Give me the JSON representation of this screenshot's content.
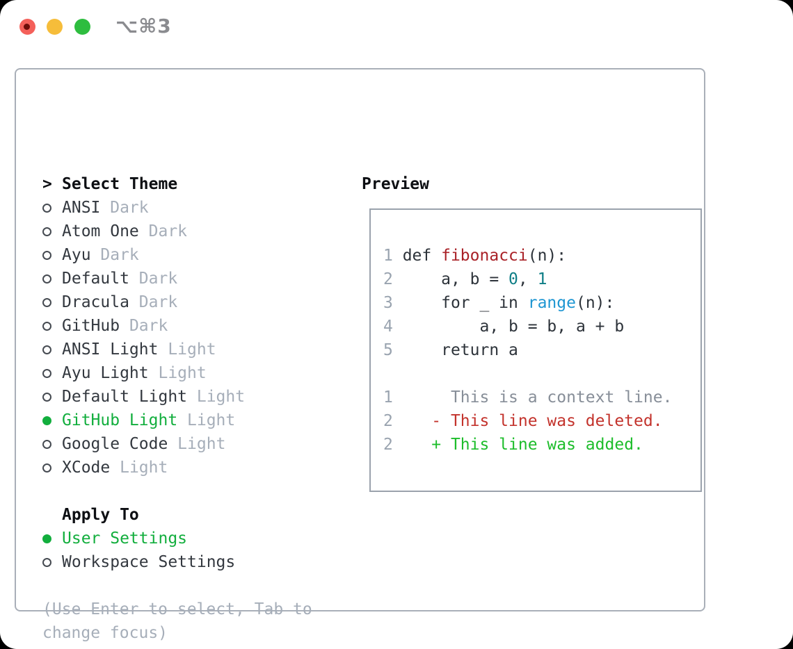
{
  "titlebar": {
    "shortcut": "⌥⌘3"
  },
  "colors": {
    "accent_green": "#12ae3d",
    "func_red": "#a92127",
    "builtin_blue": "#1e96d2",
    "number_teal": "#0e7e86",
    "deleted_red": "#c3332c",
    "added_green": "#1dbd2b",
    "muted_gray": "#a6aeb9",
    "text_dark": "#33383f",
    "panel_border": "#a9afb8",
    "traffic_red": "#f4605a",
    "traffic_yellow": "#f6bd3a",
    "traffic_green": "#2ebd3f"
  },
  "sidebar": {
    "header": "Select Theme",
    "header_marker": ">",
    "themes": [
      {
        "name": "ANSI",
        "variant": "Dark",
        "selected": false
      },
      {
        "name": "Atom One",
        "variant": "Dark",
        "selected": false
      },
      {
        "name": "Ayu",
        "variant": "Dark",
        "selected": false
      },
      {
        "name": "Default",
        "variant": "Dark",
        "selected": false
      },
      {
        "name": "Dracula",
        "variant": "Dark",
        "selected": false
      },
      {
        "name": "GitHub",
        "variant": "Dark",
        "selected": false
      },
      {
        "name": "ANSI Light",
        "variant": "Light",
        "selected": false
      },
      {
        "name": "Ayu Light",
        "variant": "Light",
        "selected": false
      },
      {
        "name": "Default Light",
        "variant": "Light",
        "selected": false
      },
      {
        "name": "GitHub Light",
        "variant": "Light",
        "selected": true
      },
      {
        "name": "Google Code",
        "variant": "Light",
        "selected": false
      },
      {
        "name": "XCode",
        "variant": "Light",
        "selected": false
      }
    ]
  },
  "apply_to": {
    "header": "Apply To",
    "options": [
      {
        "label": "User Settings",
        "selected": true
      },
      {
        "label": "Workspace Settings",
        "selected": false
      }
    ]
  },
  "hint": {
    "text": "(Use Enter to select, Tab to change focus)"
  },
  "preview": {
    "header": "Preview",
    "lines": [
      {
        "tokens": [
          [
            "1",
            "linenum"
          ],
          [
            " def ",
            "code"
          ],
          [
            "fibonacci",
            "func"
          ],
          [
            "(n):",
            "code"
          ]
        ]
      },
      {
        "tokens": [
          [
            "2",
            "linenum"
          ],
          [
            "     a, b = ",
            "code"
          ],
          [
            "0",
            "number"
          ],
          [
            ", ",
            "code"
          ],
          [
            "1",
            "number"
          ]
        ]
      },
      {
        "tokens": [
          [
            "3",
            "linenum"
          ],
          [
            "     for _ in ",
            "code"
          ],
          [
            "range",
            "builtin"
          ],
          [
            "(n):",
            "code"
          ]
        ]
      },
      {
        "tokens": [
          [
            "4",
            "linenum"
          ],
          [
            "         a, b = b, a + b",
            "code"
          ]
        ]
      },
      {
        "tokens": [
          [
            "5",
            "linenum"
          ],
          [
            "     return a",
            "code"
          ]
        ]
      },
      {
        "tokens": []
      },
      {
        "tokens": [
          [
            "1",
            "linenum"
          ],
          [
            "      This is a context line.",
            "context"
          ]
        ]
      },
      {
        "tokens": [
          [
            "2",
            "linenum"
          ],
          [
            "    ",
            "code"
          ],
          [
            "- This line was deleted.",
            "deleted"
          ]
        ]
      },
      {
        "tokens": [
          [
            "2",
            "linenum"
          ],
          [
            "    ",
            "code"
          ],
          [
            "+ This line was added.",
            "added"
          ]
        ]
      }
    ]
  }
}
